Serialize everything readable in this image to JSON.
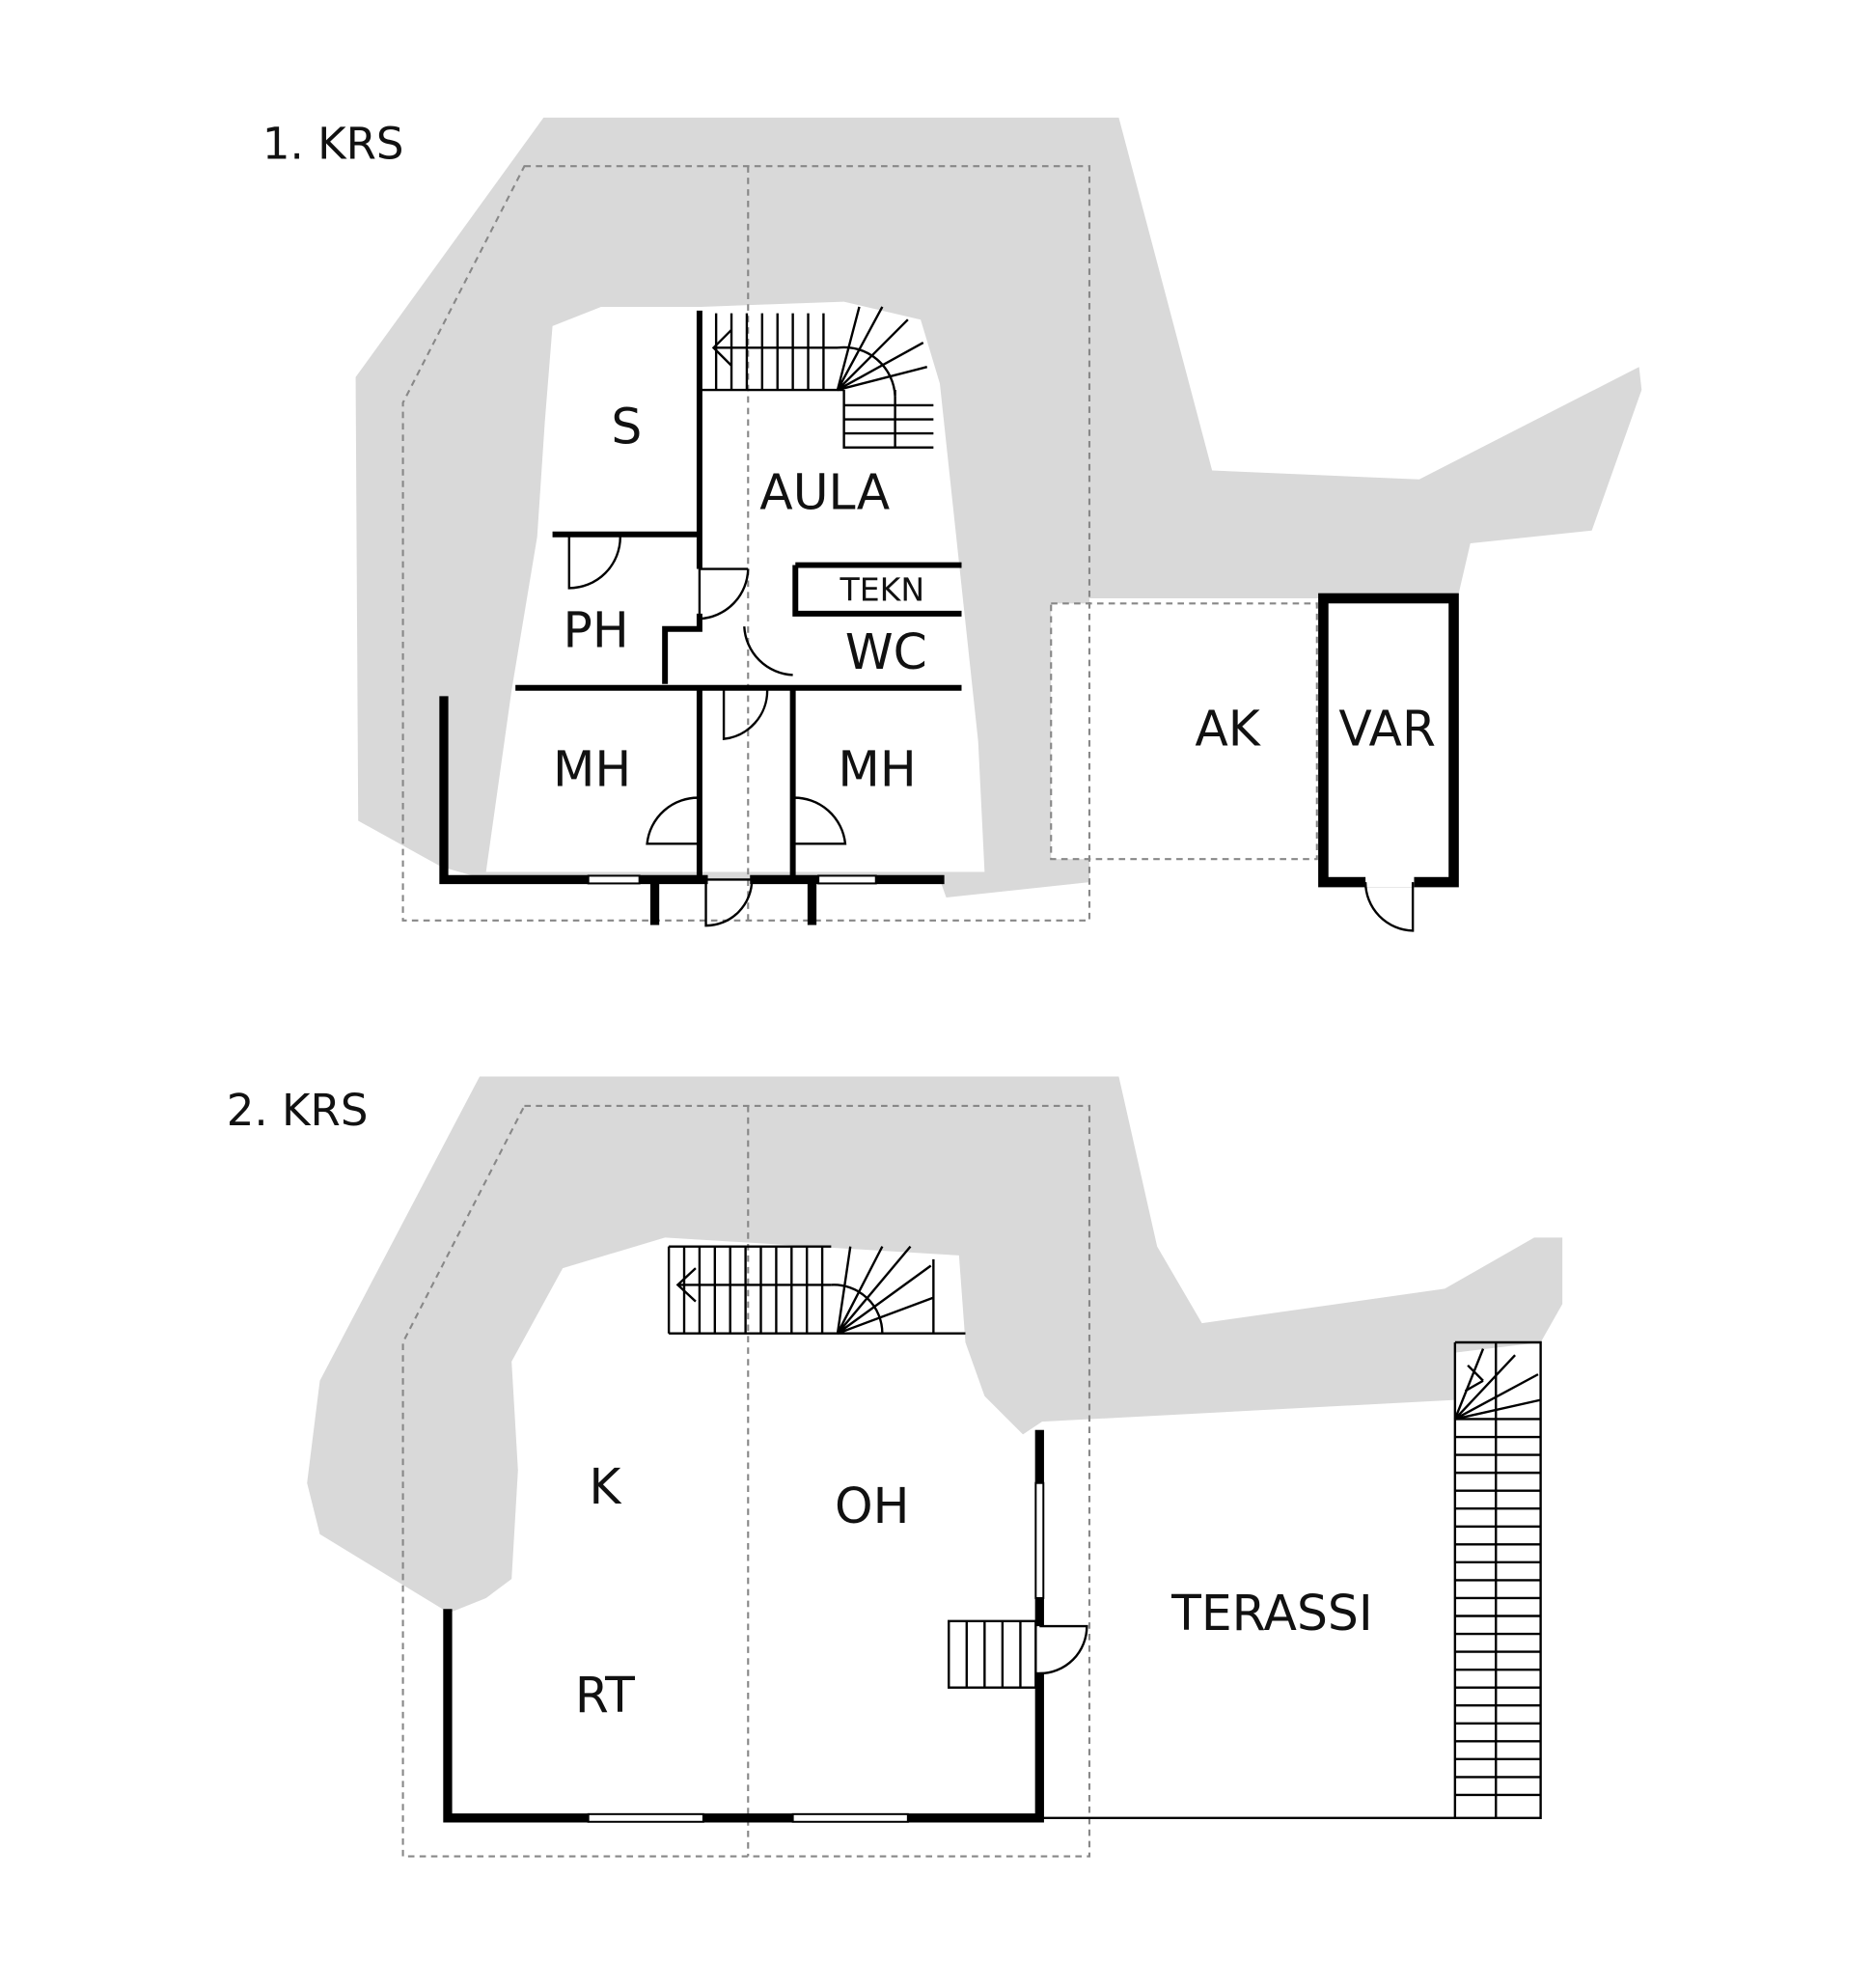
{
  "floors": [
    {
      "title": "1. KRS",
      "rooms": {
        "s": "S",
        "aula": "AULA",
        "tekn": "TEKN",
        "ph": "PH",
        "wc": "WC",
        "mh_left": "MH",
        "mh_right": "MH",
        "ak": "AK",
        "var": "VAR"
      }
    },
    {
      "title": "2. KRS",
      "rooms": {
        "k": "K",
        "oh": "OH",
        "rt": "RT",
        "terassi": "TERASSI"
      }
    }
  ],
  "colors": {
    "terrain": "#d9d9d9",
    "walls": "#000000"
  }
}
